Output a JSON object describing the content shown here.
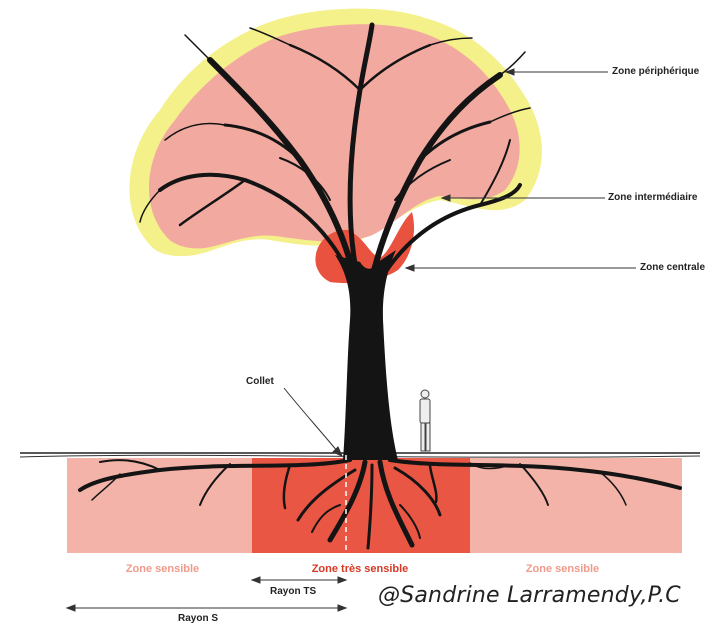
{
  "labels": {
    "zone_peripherique": "Zone périphérique",
    "zone_intermediaire": "Zone intermédiaire",
    "zone_centrale": "Zone centrale",
    "collet": "Collet",
    "zone_sensible_left": "Zone sensible",
    "zone_tres_sensible": "Zone très sensible",
    "zone_sensible_right": "Zone sensible",
    "rayon_ts": "Rayon TS",
    "rayon_s": "Rayon S"
  },
  "credit": "@Sandrine Larramendy,P.C",
  "colors": {
    "peripheral": "#f4f08a",
    "intermediate": "#f2aaa0",
    "central": "#e8523f",
    "sensitive": "#f3b3a8",
    "very_sensitive": "#ea5644",
    "trunk": "#141414",
    "label_sensitive": "#ef9a8a",
    "label_very_sensitive": "#d63a26"
  }
}
